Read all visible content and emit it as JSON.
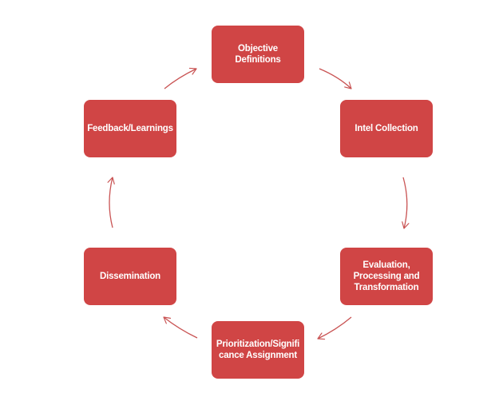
{
  "colors": {
    "node_fill": "#d04545",
    "arrow": "#c95353",
    "background": "#ffffff"
  },
  "nodes": [
    {
      "id": "objective",
      "label": "Objective\nDefinitions"
    },
    {
      "id": "intel",
      "label": "Intel Collection"
    },
    {
      "id": "evaluation",
      "label": "Evaluation,\nProcessing and\nTransformation"
    },
    {
      "id": "prioritization",
      "label": "Prioritization/Signifi\ncance Assignment"
    },
    {
      "id": "dissemination",
      "label": "Dissemination"
    },
    {
      "id": "feedback",
      "label": "Feedback/Learnings"
    }
  ],
  "edges": [
    {
      "from": "objective",
      "to": "intel"
    },
    {
      "from": "intel",
      "to": "evaluation"
    },
    {
      "from": "evaluation",
      "to": "prioritization"
    },
    {
      "from": "prioritization",
      "to": "dissemination"
    },
    {
      "from": "dissemination",
      "to": "feedback"
    },
    {
      "from": "feedback",
      "to": "objective"
    }
  ]
}
